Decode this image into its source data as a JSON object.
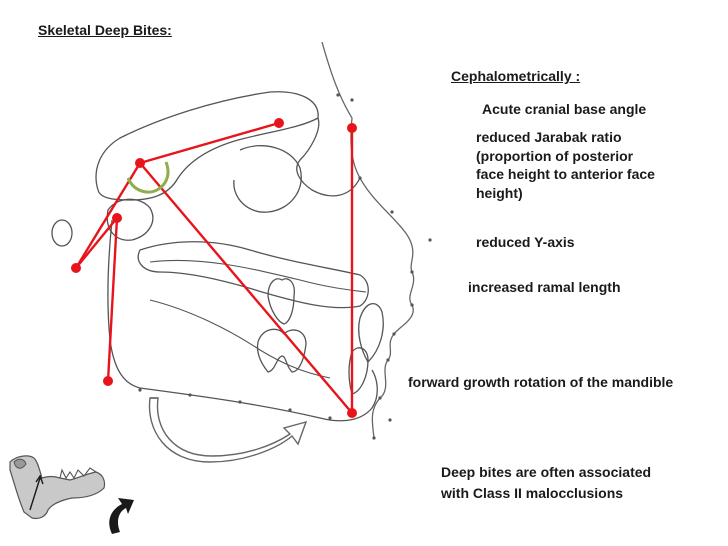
{
  "title": "Skeletal Deep Bites:",
  "cephalometric": {
    "heading": "Cephalometrically :",
    "findings": {
      "cranial_base": "Acute cranial base angle",
      "jarabak_lines": [
        "reduced Jarabak ratio",
        "(proportion of posterior",
        "face height to anterior face",
        "height)"
      ],
      "y_axis": "reduced Y-axis",
      "ramal": "increased ramal length",
      "rotation": "forward growth rotation of the mandible"
    }
  },
  "note_lines": [
    "Deep bites are often associated",
    "with Class II malocclusions"
  ],
  "colors": {
    "landmark_line": "#e8141c",
    "angle_arc": "#8fad4a",
    "outline": "#555555",
    "text": "#1a1a1a"
  },
  "icons": {
    "rotation_arrow": "curved-arrow-icon",
    "mandible": "mandible-thumbnail-icon"
  }
}
